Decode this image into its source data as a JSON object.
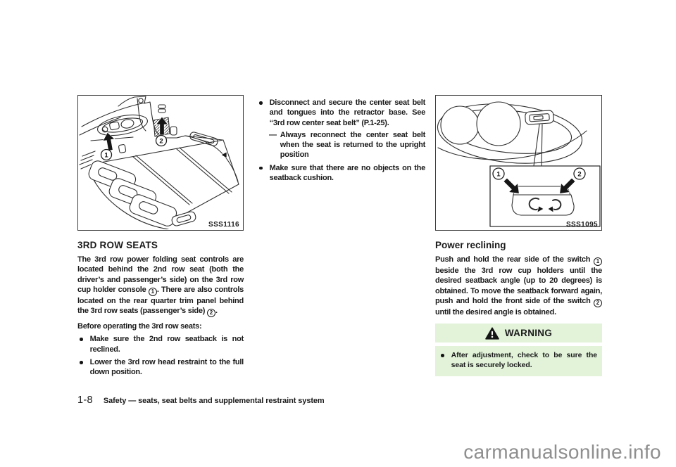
{
  "page": {
    "footer_page_number": "1-8",
    "footer_section": "Safety — seats, seat belts and supplemental restraint system",
    "watermark": "carmanualsonline.info"
  },
  "figures": {
    "seat_fold": {
      "label": "SSS1116",
      "marker1": "1",
      "marker2": "2"
    },
    "recline_switch": {
      "label": "SSS1095",
      "marker1": "1",
      "marker2": "2"
    }
  },
  "left_column": {
    "heading": "3RD ROW SEATS",
    "intro": {
      "s1": "The 3rd row power folding seat controls are located behind the 2nd row seat (both the driver’s and passenger’s side) on the 3rd row cup holder console ",
      "m1": "1",
      "s2": ". There are also controls located on the rear quarter trim panel behind the 3rd row seats (passenger’s side) ",
      "m2": "2",
      "s3": "."
    },
    "before_heading": "Before operating the 3rd row seats:",
    "bullets": [
      "Make sure the 2nd row seatback is not reclined.",
      "Lower the 3rd row head restraint to the full down position."
    ]
  },
  "middle_column": {
    "bullet1": "Disconnect and secure the center seat belt and tongues into the retractor base. See “3rd row center seat belt” (P.1-25).",
    "dash": "—",
    "dash_item": "Always reconnect the center seat belt when the seat is returned to the upright position",
    "bullet2": "Make sure that there are no objects on the seatback cushion."
  },
  "right_column": {
    "heading": "Power reclining",
    "body": {
      "s1": "Push and hold the rear side of the switch ",
      "m1": "1",
      "s2": " beside the 3rd row cup holders until the desired seatback angle (up to 20 degrees) is obtained. To move the seatback forward again, push and hold the front side of the switch ",
      "m2": "2",
      "s3": " until the desired angle is obtained."
    },
    "warning": {
      "title": "WARNING",
      "items": [
        "After adjustment, check to be sure the seat is securely locked."
      ]
    }
  },
  "colors": {
    "warning_bg": "#e2f3da",
    "text": "#1a1a1a",
    "watermark": "#8f8f8f"
  }
}
